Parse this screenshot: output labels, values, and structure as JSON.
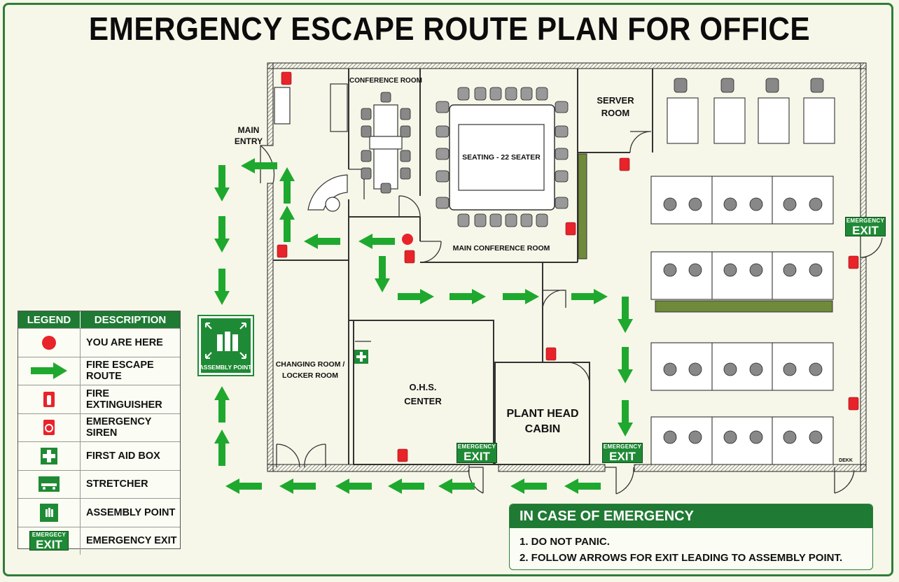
{
  "title": "EMERGENCY ESCAPE ROUTE PLAN FOR OFFICE",
  "rooms": {
    "main_entry": [
      "MAIN",
      "ENTRY"
    ],
    "conference_room": "CONFERENCE ROOM",
    "seating": "SEATING - 22 SEATER",
    "main_conference_room": "MAIN CONFERENCE ROOM",
    "server_room": [
      "SERVER",
      "ROOM"
    ],
    "changing_room": [
      "CHANGING ROOM /",
      "LOCKER ROOM"
    ],
    "ohs_center": [
      "O.H.S.",
      "CENTER"
    ],
    "plant_head_cabin": [
      "PLANT HEAD",
      "CABIN"
    ],
    "assembly_point": "ASSEMBLY POINT",
    "dekk": "DEKK"
  },
  "exit_sign": {
    "small": "EMERGENCY",
    "big": "EXIT"
  },
  "legend": {
    "header_left": "LEGEND",
    "header_right": "DESCRIPTION",
    "items": [
      {
        "icon": "you-are-here-icon",
        "label": "YOU ARE HERE"
      },
      {
        "icon": "fire-escape-arrow-icon",
        "label": "FIRE ESCAPE ROUTE"
      },
      {
        "icon": "fire-extinguisher-icon",
        "label": "FIRE EXTINGUISHER"
      },
      {
        "icon": "emergency-siren-icon",
        "label": "EMERGENCY SIREN"
      },
      {
        "icon": "first-aid-icon",
        "label": "FIRST AID BOX"
      },
      {
        "icon": "stretcher-icon",
        "label": "STRETCHER"
      },
      {
        "icon": "assembly-point-icon",
        "label": "ASSEMBLY POINT"
      },
      {
        "icon": "emergency-exit-icon",
        "label": "EMERGENCY EXIT",
        "sign_small": "EMERGECY"
      }
    ]
  },
  "emergency": {
    "title": "IN CASE OF EMERGENCY",
    "steps": [
      "1. DO NOT PANIC.",
      "2. FOLLOW ARROWS FOR EXIT LEADING TO ASSEMBLY POINT."
    ]
  },
  "colors": {
    "route": "#1fa82e",
    "sign_green": "#1f8a35",
    "header_green": "#1f7a33",
    "red": "#e8232a"
  }
}
